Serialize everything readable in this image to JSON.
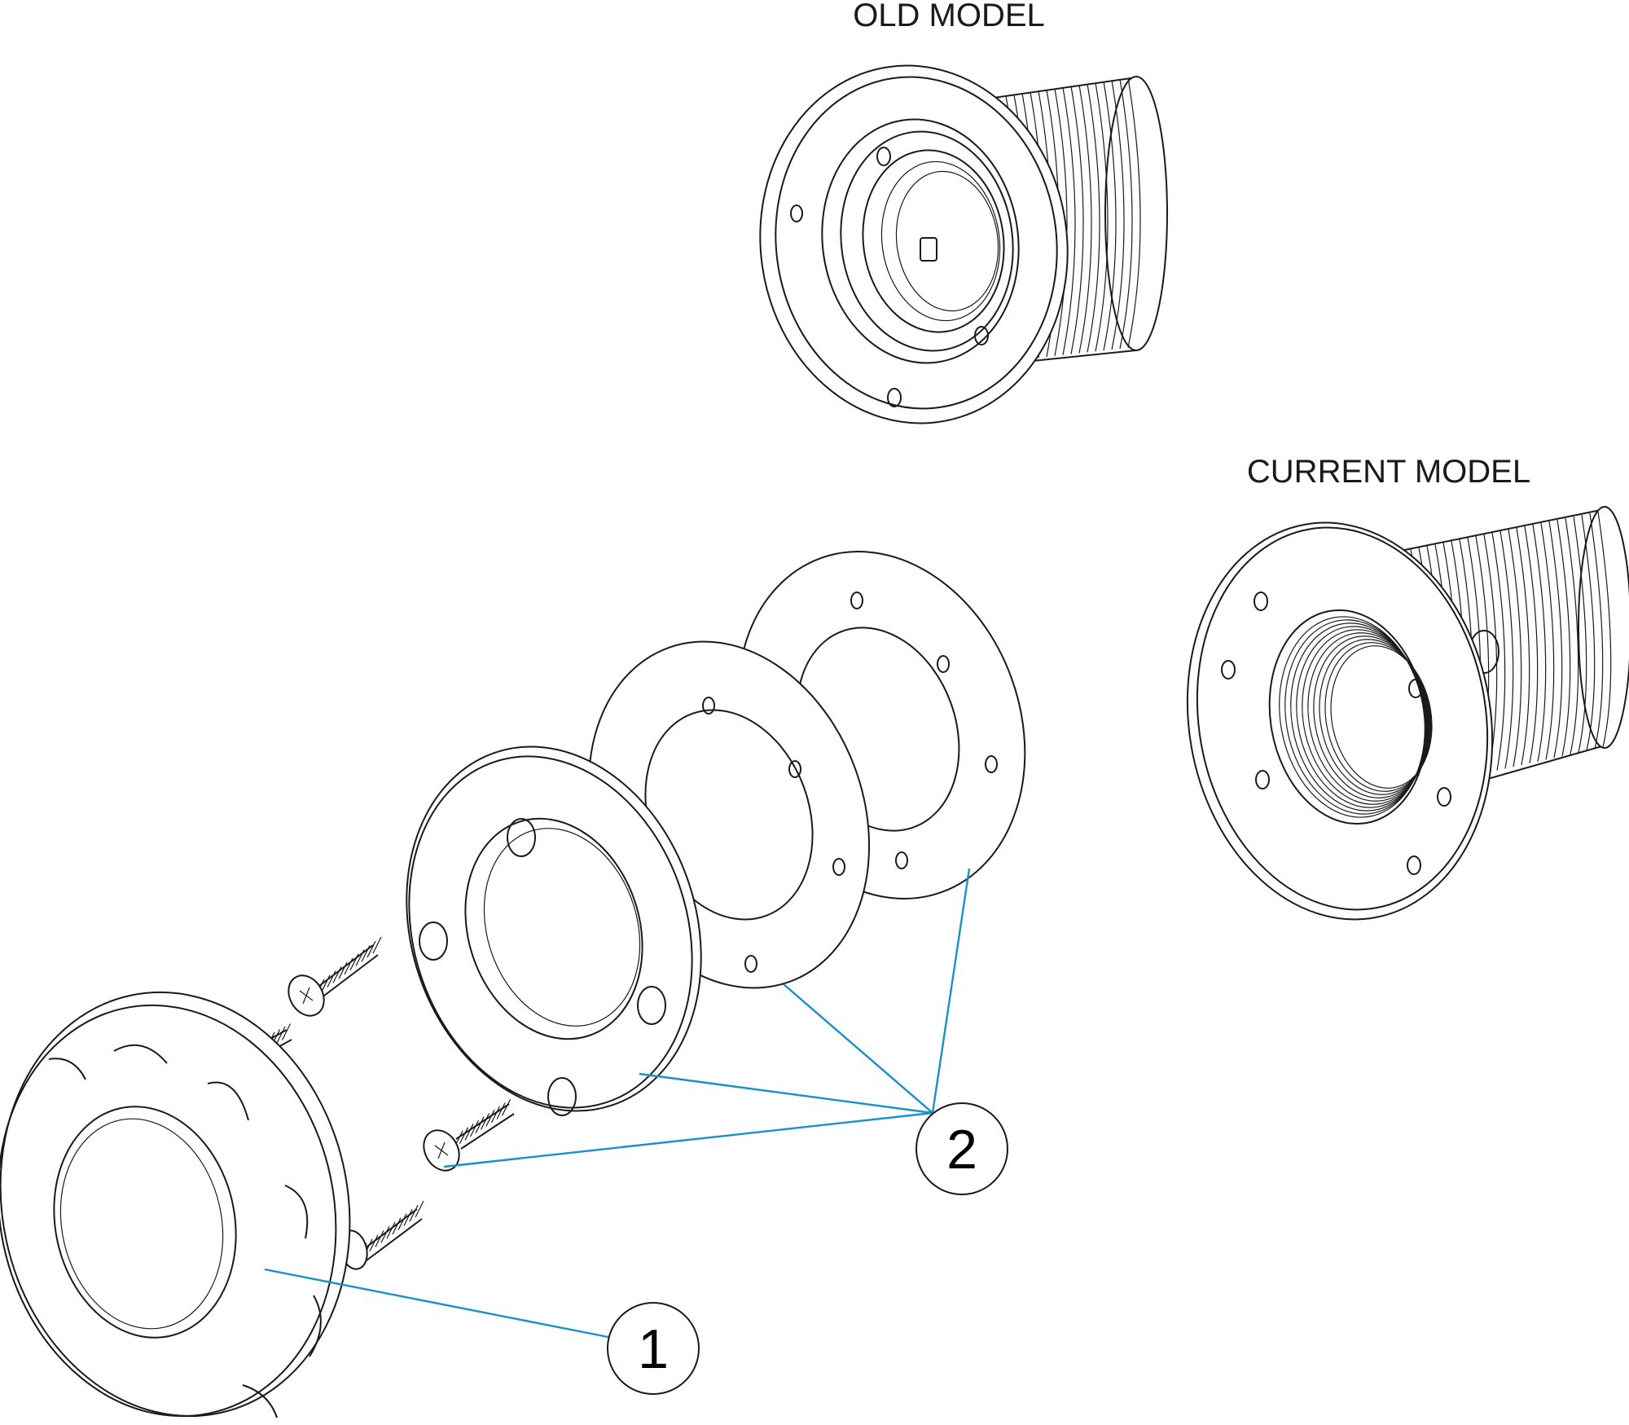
{
  "labels": {
    "old_model": "OLD MODEL",
    "current_model": "CURRENT MODEL"
  },
  "callouts": [
    {
      "id": "1",
      "text": "1"
    },
    {
      "id": "2",
      "text": "2"
    }
  ],
  "colors": {
    "line": "#1a1a1a",
    "leader": "#1a8fc8",
    "background": "#ffffff"
  }
}
